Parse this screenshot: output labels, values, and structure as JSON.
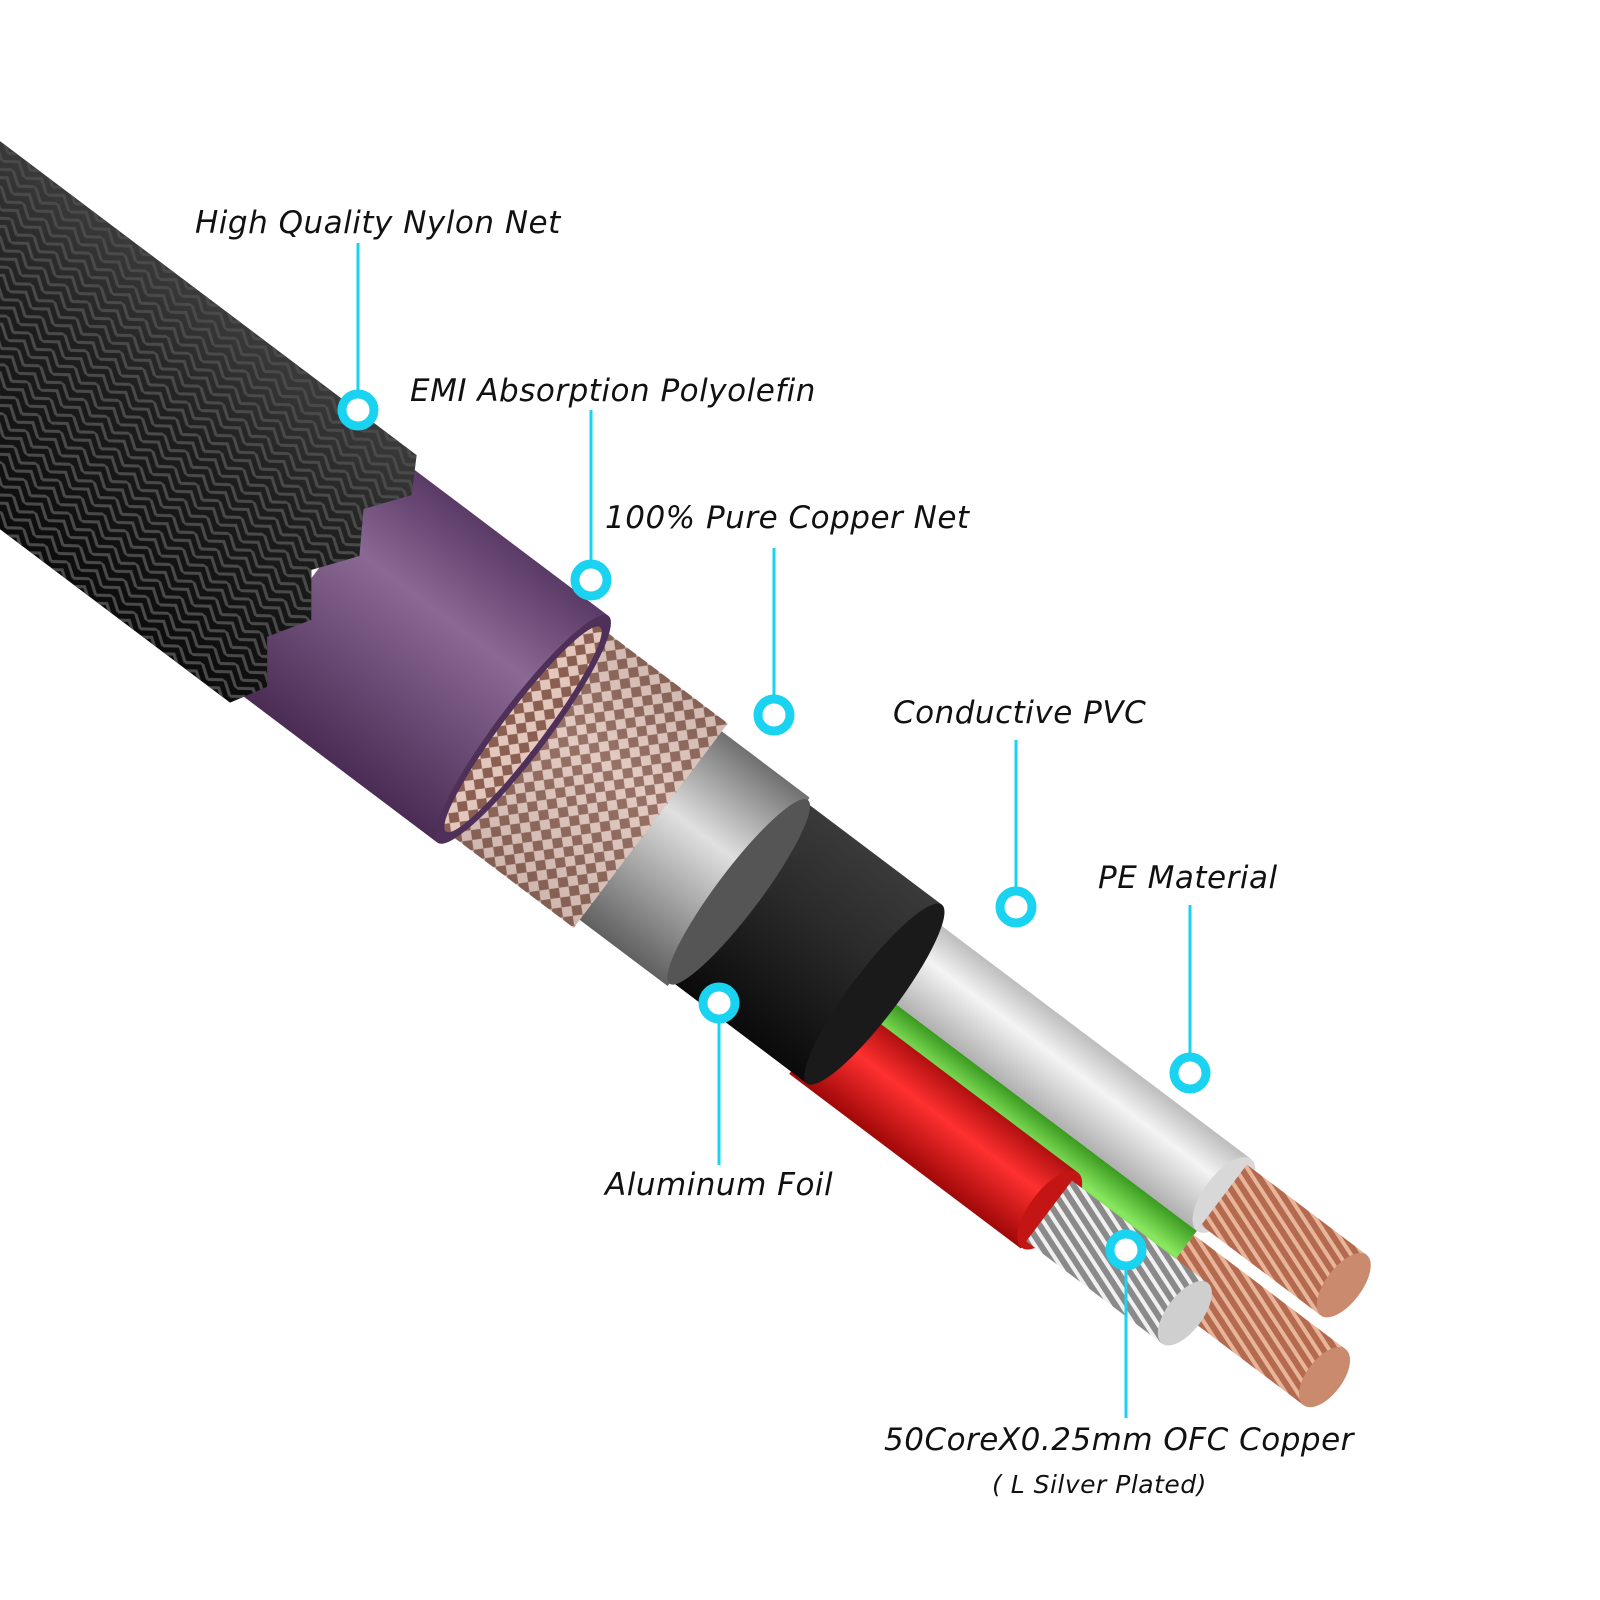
{
  "labels": {
    "nylon": "High Quality Nylon Net",
    "emi": "EMI Absorption Polyolefin",
    "copper_net": "100% Pure Copper Net",
    "conductive_pvc": "Conductive PVC",
    "pe": "PE Material",
    "aluminum": "Aluminum Foil",
    "ofc": "50CoreX0.25mm OFC Copper",
    "ofc_sub": "( L Silver Plated)"
  },
  "colors": {
    "callout": "#19d3f0",
    "nylon": "#1c1c1c",
    "purple": "#6e4a78",
    "copper": "#b88a78",
    "aluminum": "#a8a8a8",
    "pvc": "#222222",
    "white_wire": "#e8e8e8",
    "red_wire": "#e51a1a",
    "green_wire": "#66d33a",
    "copper_strand": "#c0765a"
  }
}
